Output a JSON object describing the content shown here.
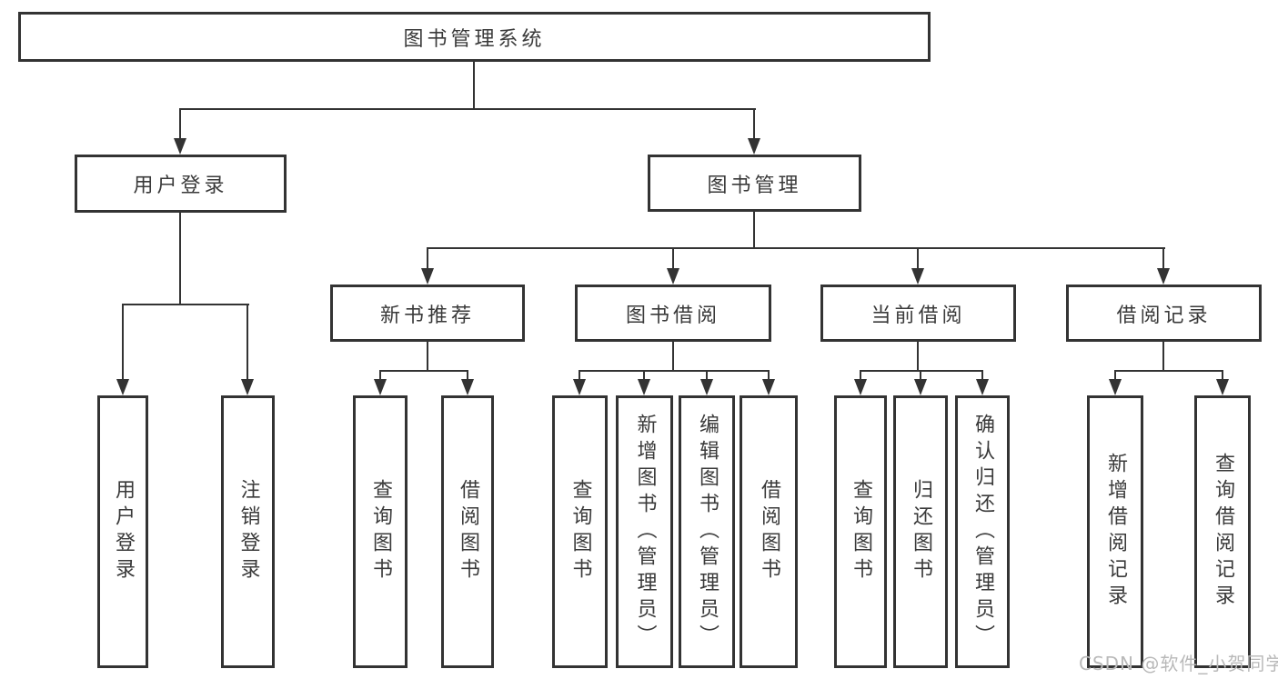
{
  "diagram": {
    "type": "hierarchy-tree",
    "nodes": {
      "root": "图书管理系统",
      "user_login": "用户登录",
      "book_management": "图书管理",
      "new_book_recommend": "新书推荐",
      "book_borrowing": "图书借阅",
      "current_borrowing": "当前借阅",
      "borrowing_records": "借阅记录",
      "leaves": {
        "user_login_leaf": "用户登录",
        "logout": "注销登录",
        "query_books_recommend": "查询图书",
        "borrow_books_recommend": "借阅图书",
        "query_books_borrowing": "查询图书",
        "add_books_admin": "新增图书（管理员）",
        "edit_books_admin": "编辑图书（管理员）",
        "borrow_books_borrowing": "借阅图书",
        "query_books_current": "查询图书",
        "return_books": "归还图书",
        "confirm_return_admin": "确认归还（管理员）",
        "add_borrow_record": "新增借阅记录",
        "query_borrow_record": "查询借阅记录"
      }
    },
    "edges": [
      [
        "图书管理系统",
        "用户登录"
      ],
      [
        "图书管理系统",
        "图书管理"
      ],
      [
        "用户登录",
        "用户登录"
      ],
      [
        "用户登录",
        "注销登录"
      ],
      [
        "图书管理",
        "新书推荐"
      ],
      [
        "图书管理",
        "图书借阅"
      ],
      [
        "图书管理",
        "当前借阅"
      ],
      [
        "图书管理",
        "借阅记录"
      ],
      [
        "新书推荐",
        "查询图书"
      ],
      [
        "新书推荐",
        "借阅图书"
      ],
      [
        "图书借阅",
        "查询图书"
      ],
      [
        "图书借阅",
        "新增图书（管理员）"
      ],
      [
        "图书借阅",
        "编辑图书（管理员）"
      ],
      [
        "图书借阅",
        "借阅图书"
      ],
      [
        "当前借阅",
        "查询图书"
      ],
      [
        "当前借阅",
        "归还图书"
      ],
      [
        "当前借阅",
        "确认归还（管理员）"
      ],
      [
        "借阅记录",
        "新增借阅记录"
      ],
      [
        "借阅记录",
        "查询借阅记录"
      ]
    ],
    "colors": {
      "line": "#333333",
      "text": "#3a3a3a",
      "background": "#ffffff",
      "watermark": "#b9b9b9"
    }
  },
  "watermark": "CSDN @软件_小贺同学"
}
